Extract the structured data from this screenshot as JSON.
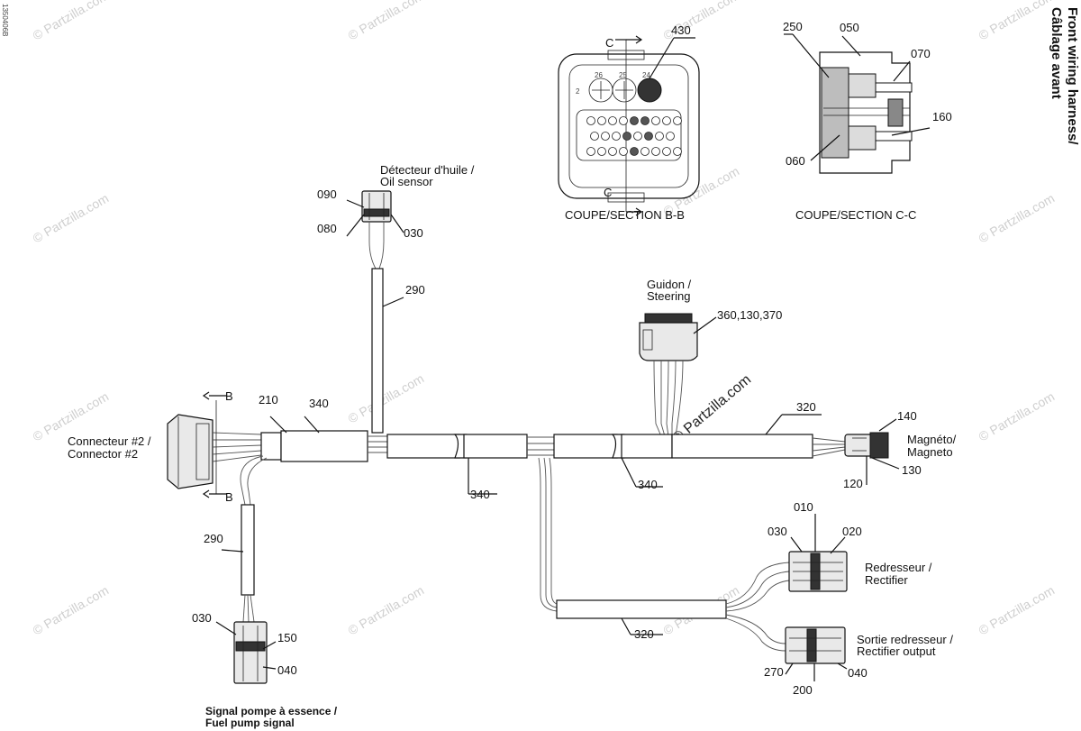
{
  "title": {
    "line1": "Front wiring harness/",
    "line2": "Câblage avant"
  },
  "ref_code": "1350406B",
  "watermark": "© Partzilla.com",
  "sections": {
    "b": "COUPE/SECTION B-B",
    "c": "COUPE/SECTION C-C"
  },
  "section_markers": {
    "b": "B",
    "c": "C"
  },
  "components": {
    "oil_sensor": {
      "line1": "Détecteur d'huile /",
      "line2": "Oil sensor"
    },
    "steering": {
      "line1": "Guidon /",
      "line2": "Steering"
    },
    "connector2": {
      "line1": "Connecteur #2 /",
      "line2": "Connector #2"
    },
    "magneto": {
      "line1": "Magnéto/",
      "line2": "Magneto"
    },
    "rectifier": {
      "line1": "Redresseur /",
      "line2": "Rectifier"
    },
    "rectifier_output": {
      "line1": "Sortie redresseur /",
      "line2": "Rectifier output"
    },
    "fuel_pump": {
      "line1": "Signal pompe à essence /",
      "line2": "Fuel pump signal"
    }
  },
  "callouts": {
    "c430": "430",
    "c250": "250",
    "c050": "050",
    "c070": "070",
    "c160": "160",
    "c060": "060",
    "c090": "090",
    "c080": "080",
    "c030_oil": "030",
    "c290_top": "290",
    "c360": "360,130,370",
    "c210": "210",
    "c340_a": "340",
    "c340_b": "340",
    "c340_c": "340",
    "c320_top": "320",
    "c140": "140",
    "c130": "130",
    "c120": "120",
    "c290_left": "290",
    "c010": "010",
    "c030_rect": "030",
    "c020": "020",
    "c320_bottom": "320",
    "c270": "270",
    "c200": "200",
    "c040_rect": "040",
    "c030_fuel": "030",
    "c150": "150",
    "c040_fuel": "040"
  },
  "pin_numbers": [
    "26",
    "25",
    "24",
    "2"
  ]
}
